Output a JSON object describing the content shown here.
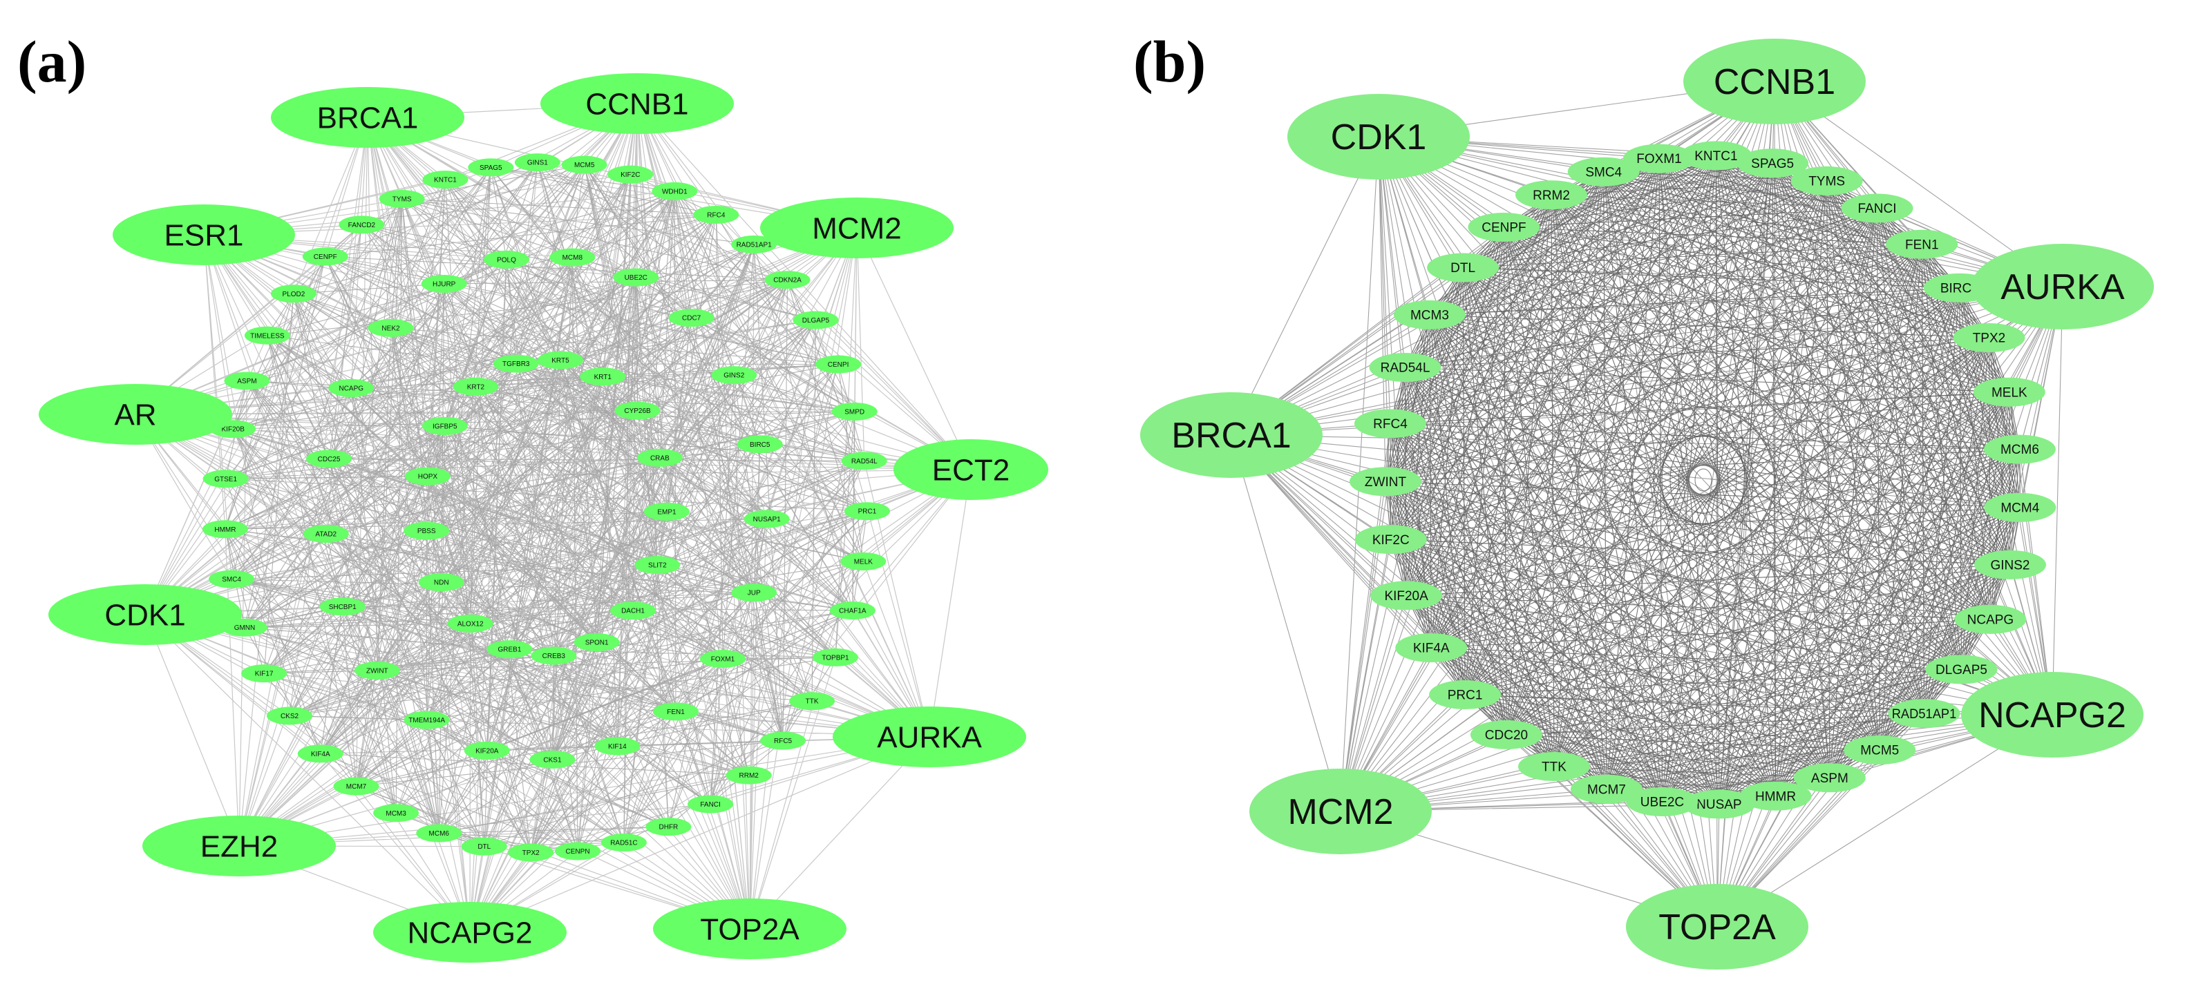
{
  "figure": {
    "panels": [
      {
        "label": "(a)",
        "node_color": "#66ff66",
        "hubs": [
          "BRCA1",
          "CCNB1",
          "MCM2",
          "ECT2",
          "AURKA",
          "TOP2A",
          "NCAPG2",
          "EZH2",
          "CDK1",
          "AR",
          "ESR1"
        ],
        "rings": [
          [
            "MCM5",
            "KIF2C",
            "WDHD1",
            "RFC4",
            "RAD51AP1",
            "CDKN2A",
            "DLGAP5",
            "CENPI",
            "SMPD",
            "RAD54L",
            "PRC1",
            "MELK",
            "CHAF1A",
            "TOPBP1",
            "TTK",
            "RFC5",
            "RRM2",
            "FANCI",
            "DHFR",
            "RAD51C",
            "CENPN",
            "TPX2",
            "DTL",
            "MCM6",
            "MCM3",
            "MCM7",
            "KIF4A",
            "CKS2",
            "KIF17",
            "GMNN",
            "SMC4",
            "HMMR",
            "GTSE1",
            "KIF20B",
            "ASPM",
            "TIMELESS",
            "PLOD2",
            "CENPF",
            "FANCD2",
            "TYMS",
            "KNTC1",
            "SPAG5",
            "GINS1"
          ],
          [
            "MCM8",
            "UBE2C",
            "CDC7",
            "GINS2",
            "BIRC5",
            "NUSAP1",
            "JUP",
            "FOXM1",
            "FEN1",
            "KIF14",
            "CKS1",
            "KIF20A",
            "TMEM194A",
            "ZWINT",
            "SHCBP1",
            "ATAD2",
            "CDC25",
            "NCAPG",
            "NEK2",
            "HJURP",
            "POLQ"
          ],
          [
            "KRT5",
            "KRT1",
            "CYP26B",
            "CRAB",
            "EMP1",
            "SLIT2",
            "DACH1",
            "SPON1",
            "CREB3",
            "GREB1",
            "ALOX12",
            "NDN",
            "PBSS",
            "HOPX",
            "IGFBP5",
            "KRT2",
            "TGFBR3"
          ]
        ]
      },
      {
        "label": "(b)",
        "node_color": "#88ee88",
        "hubs": [
          "CCNB1",
          "AURKA",
          "NCAPG2",
          "TOP2A",
          "MCM2",
          "BRCA1",
          "CDK1"
        ],
        "ring": [
          "KNTC1",
          "SPAG5",
          "TYMS",
          "FANCI",
          "FEN1",
          "BIRC5",
          "TPX2",
          "MELK",
          "MCM6",
          "MCM4",
          "GINS2",
          "NCAPG",
          "DLGAP5",
          "RAD51AP1",
          "MCM5",
          "ASPM",
          "HMMR",
          "NUSAP",
          "UBE2C",
          "MCM7",
          "TTK",
          "CDC20",
          "PRC1",
          "KIF4A",
          "KIF20A",
          "KIF2C",
          "ZWINT",
          "RFC4",
          "RAD54L",
          "MCM3",
          "DTL",
          "CENPF",
          "RRM2",
          "SMC4",
          "FOXM1"
        ]
      }
    ]
  }
}
